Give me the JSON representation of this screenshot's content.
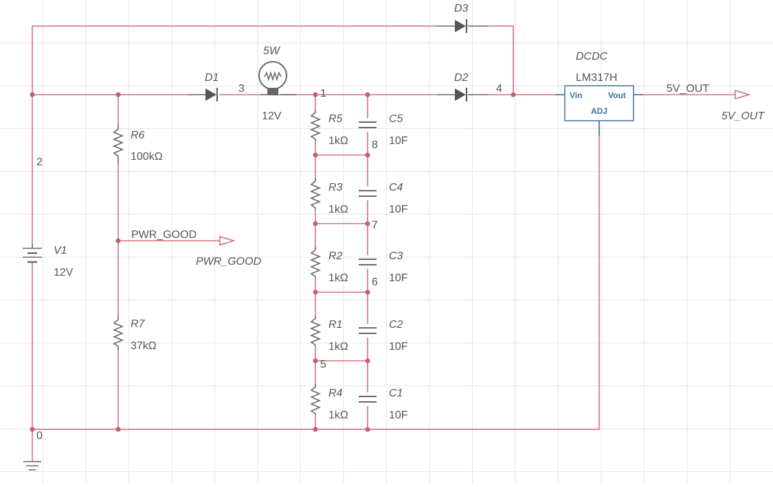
{
  "colors": {
    "wire": "#d4707e",
    "junction": "#c95c6e",
    "component": "#666666",
    "ic_stroke": "#3a6fa8",
    "grid": "#e6e6e6",
    "text": "#555555"
  },
  "power": {
    "v1_ref": "V1",
    "v1_value": "12V"
  },
  "diodes": {
    "d1": "D1",
    "d2": "D2",
    "d3": "D3"
  },
  "lamp": {
    "power": "5W",
    "voltage": "12V"
  },
  "resistors": {
    "r1": {
      "ref": "R1",
      "value": "1kΩ"
    },
    "r2": {
      "ref": "R2",
      "value": "1kΩ"
    },
    "r3": {
      "ref": "R3",
      "value": "1kΩ"
    },
    "r4": {
      "ref": "R4",
      "value": "1kΩ"
    },
    "r5": {
      "ref": "R5",
      "value": "1kΩ"
    },
    "r6": {
      "ref": "R6",
      "value": "100kΩ"
    },
    "r7": {
      "ref": "R7",
      "value": "37kΩ"
    }
  },
  "capacitors": {
    "c1": {
      "ref": "C1",
      "value": "10F"
    },
    "c2": {
      "ref": "C2",
      "value": "10F"
    },
    "c3": {
      "ref": "C3",
      "value": "10F"
    },
    "c4": {
      "ref": "C4",
      "value": "10F"
    },
    "c5": {
      "ref": "C5",
      "value": "10F"
    }
  },
  "regulator": {
    "ref": "DCDC",
    "part": "LM317H",
    "pin_vin": "Vin",
    "pin_vout": "Vout",
    "pin_adj": "ADJ"
  },
  "nodes": {
    "n0": "0",
    "n1": "1",
    "n2": "2",
    "n3": "3",
    "n4": "4",
    "n5": "5",
    "n6": "6",
    "n7": "7",
    "n8": "8"
  },
  "nets": {
    "pwr_good_wire": "PWR_GOOD",
    "pwr_good_port": "PWR_GOOD",
    "out_wire": "5V_OUT",
    "out_port": "5V_OUT"
  }
}
